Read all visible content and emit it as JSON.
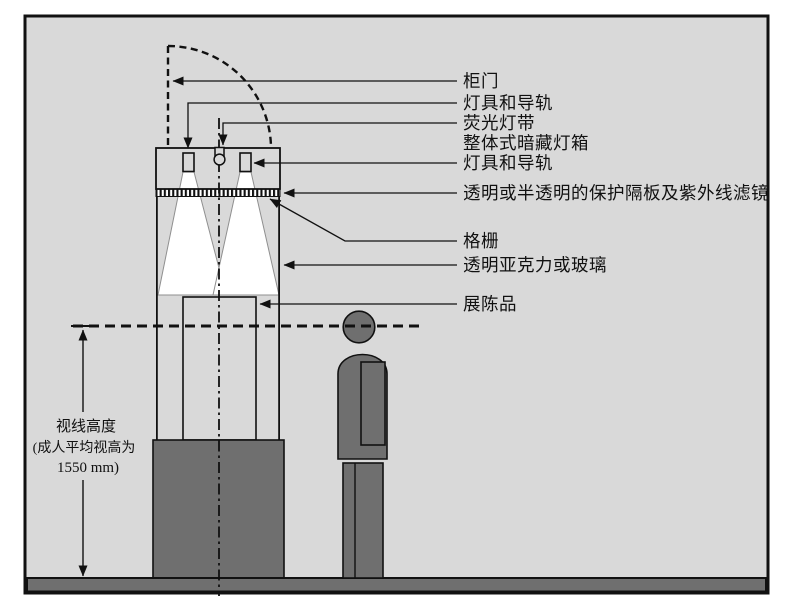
{
  "figure": {
    "title_hint": "display-case-lighting-section-diagram",
    "callouts": {
      "cabinet_door": "柜门",
      "lamp_and_track_top": "灯具和导轨",
      "fluorescent_strip": "荧光灯带",
      "integrated_concealed_lightbox": "整体式暗藏灯箱",
      "lamp_and_track_side": "灯具和导轨",
      "protective_panel_uv_filter": "透明或半透明的保护隔板及紫外线滤镜",
      "grille": "格栅",
      "acrylic_or_glass": "透明亚克力或玻璃",
      "exhibit_item": "展陈品"
    },
    "dimension_note": {
      "line1": "视线高度",
      "line2": "(成人平均视高为",
      "line3": "1550 mm)"
    },
    "colors": {
      "background": "#d9d9d9",
      "dark_gray": "#6f6f6f",
      "outline": "#111111",
      "light_cone": "#ffffff"
    }
  }
}
